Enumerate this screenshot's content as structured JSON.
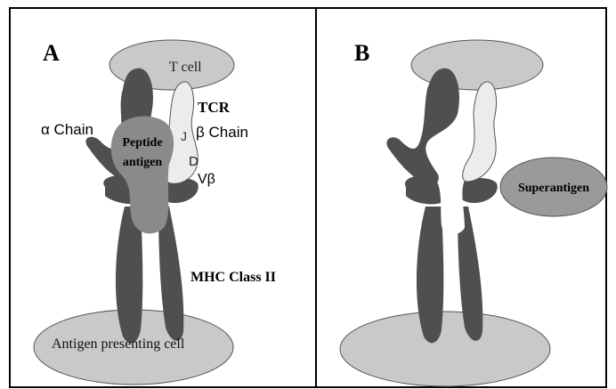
{
  "panel_a": {
    "letter": "A",
    "t_cell": "T cell",
    "tcr": "TCR",
    "alpha_chain": "α Chain",
    "beta_chain": "β Chain",
    "j_mark": "J",
    "d_mark": "D",
    "vbeta": "Vβ",
    "peptide_line1": "Peptide",
    "peptide_line2": "antigen",
    "mhc": "MHC Class II",
    "apc": "Antigen presenting cell"
  },
  "panel_b": {
    "letter": "B",
    "superantigen": "Superantigen"
  },
  "colors": {
    "cell": "#c9c9c9",
    "dark_chain": "#4f4f4f",
    "light_chain": "#ececec",
    "peptide": "#8a8a8a",
    "superantigen": "#9a9a9a",
    "border": "#000000"
  }
}
